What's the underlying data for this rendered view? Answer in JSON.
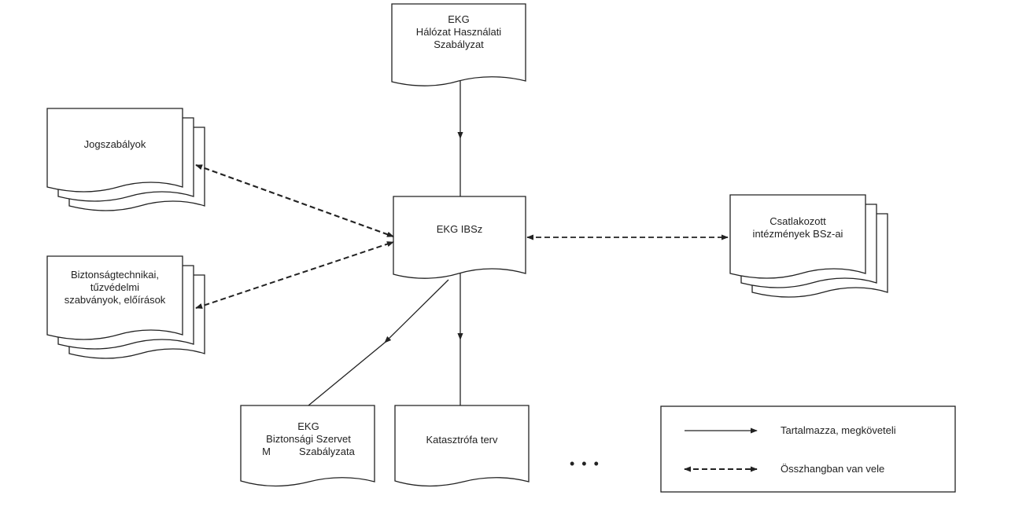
{
  "nodes": {
    "ekg_network": {
      "lines": [
        "EKG",
        "Hálózat Használati",
        "Szabályzat"
      ]
    },
    "laws": {
      "lines": [
        "Jogszabályok"
      ]
    },
    "ekg_ibsz": {
      "lines": [
        "EKG IBSz"
      ]
    },
    "standards": {
      "lines": [
        "Biztonságtechnikai,",
        "tűzvédelmi",
        "szabványok, előírások"
      ]
    },
    "connected": {
      "lines": [
        "Csatlakozott",
        "intézmények BSz-ai"
      ]
    },
    "ekg_security": {
      "lines": [
        "EKG",
        "Biztonsági Szervet",
        "M          Szabályzata"
      ]
    },
    "disaster": {
      "lines": [
        "Katasztrófa terv"
      ]
    }
  },
  "ellipsis": "• • •",
  "legend": {
    "solid_label": "Tartalmazza, megköveteli",
    "dashed_label": "Összhangban van vele"
  },
  "colors": {
    "ink": "#222222",
    "paper": "#ffffff"
  }
}
